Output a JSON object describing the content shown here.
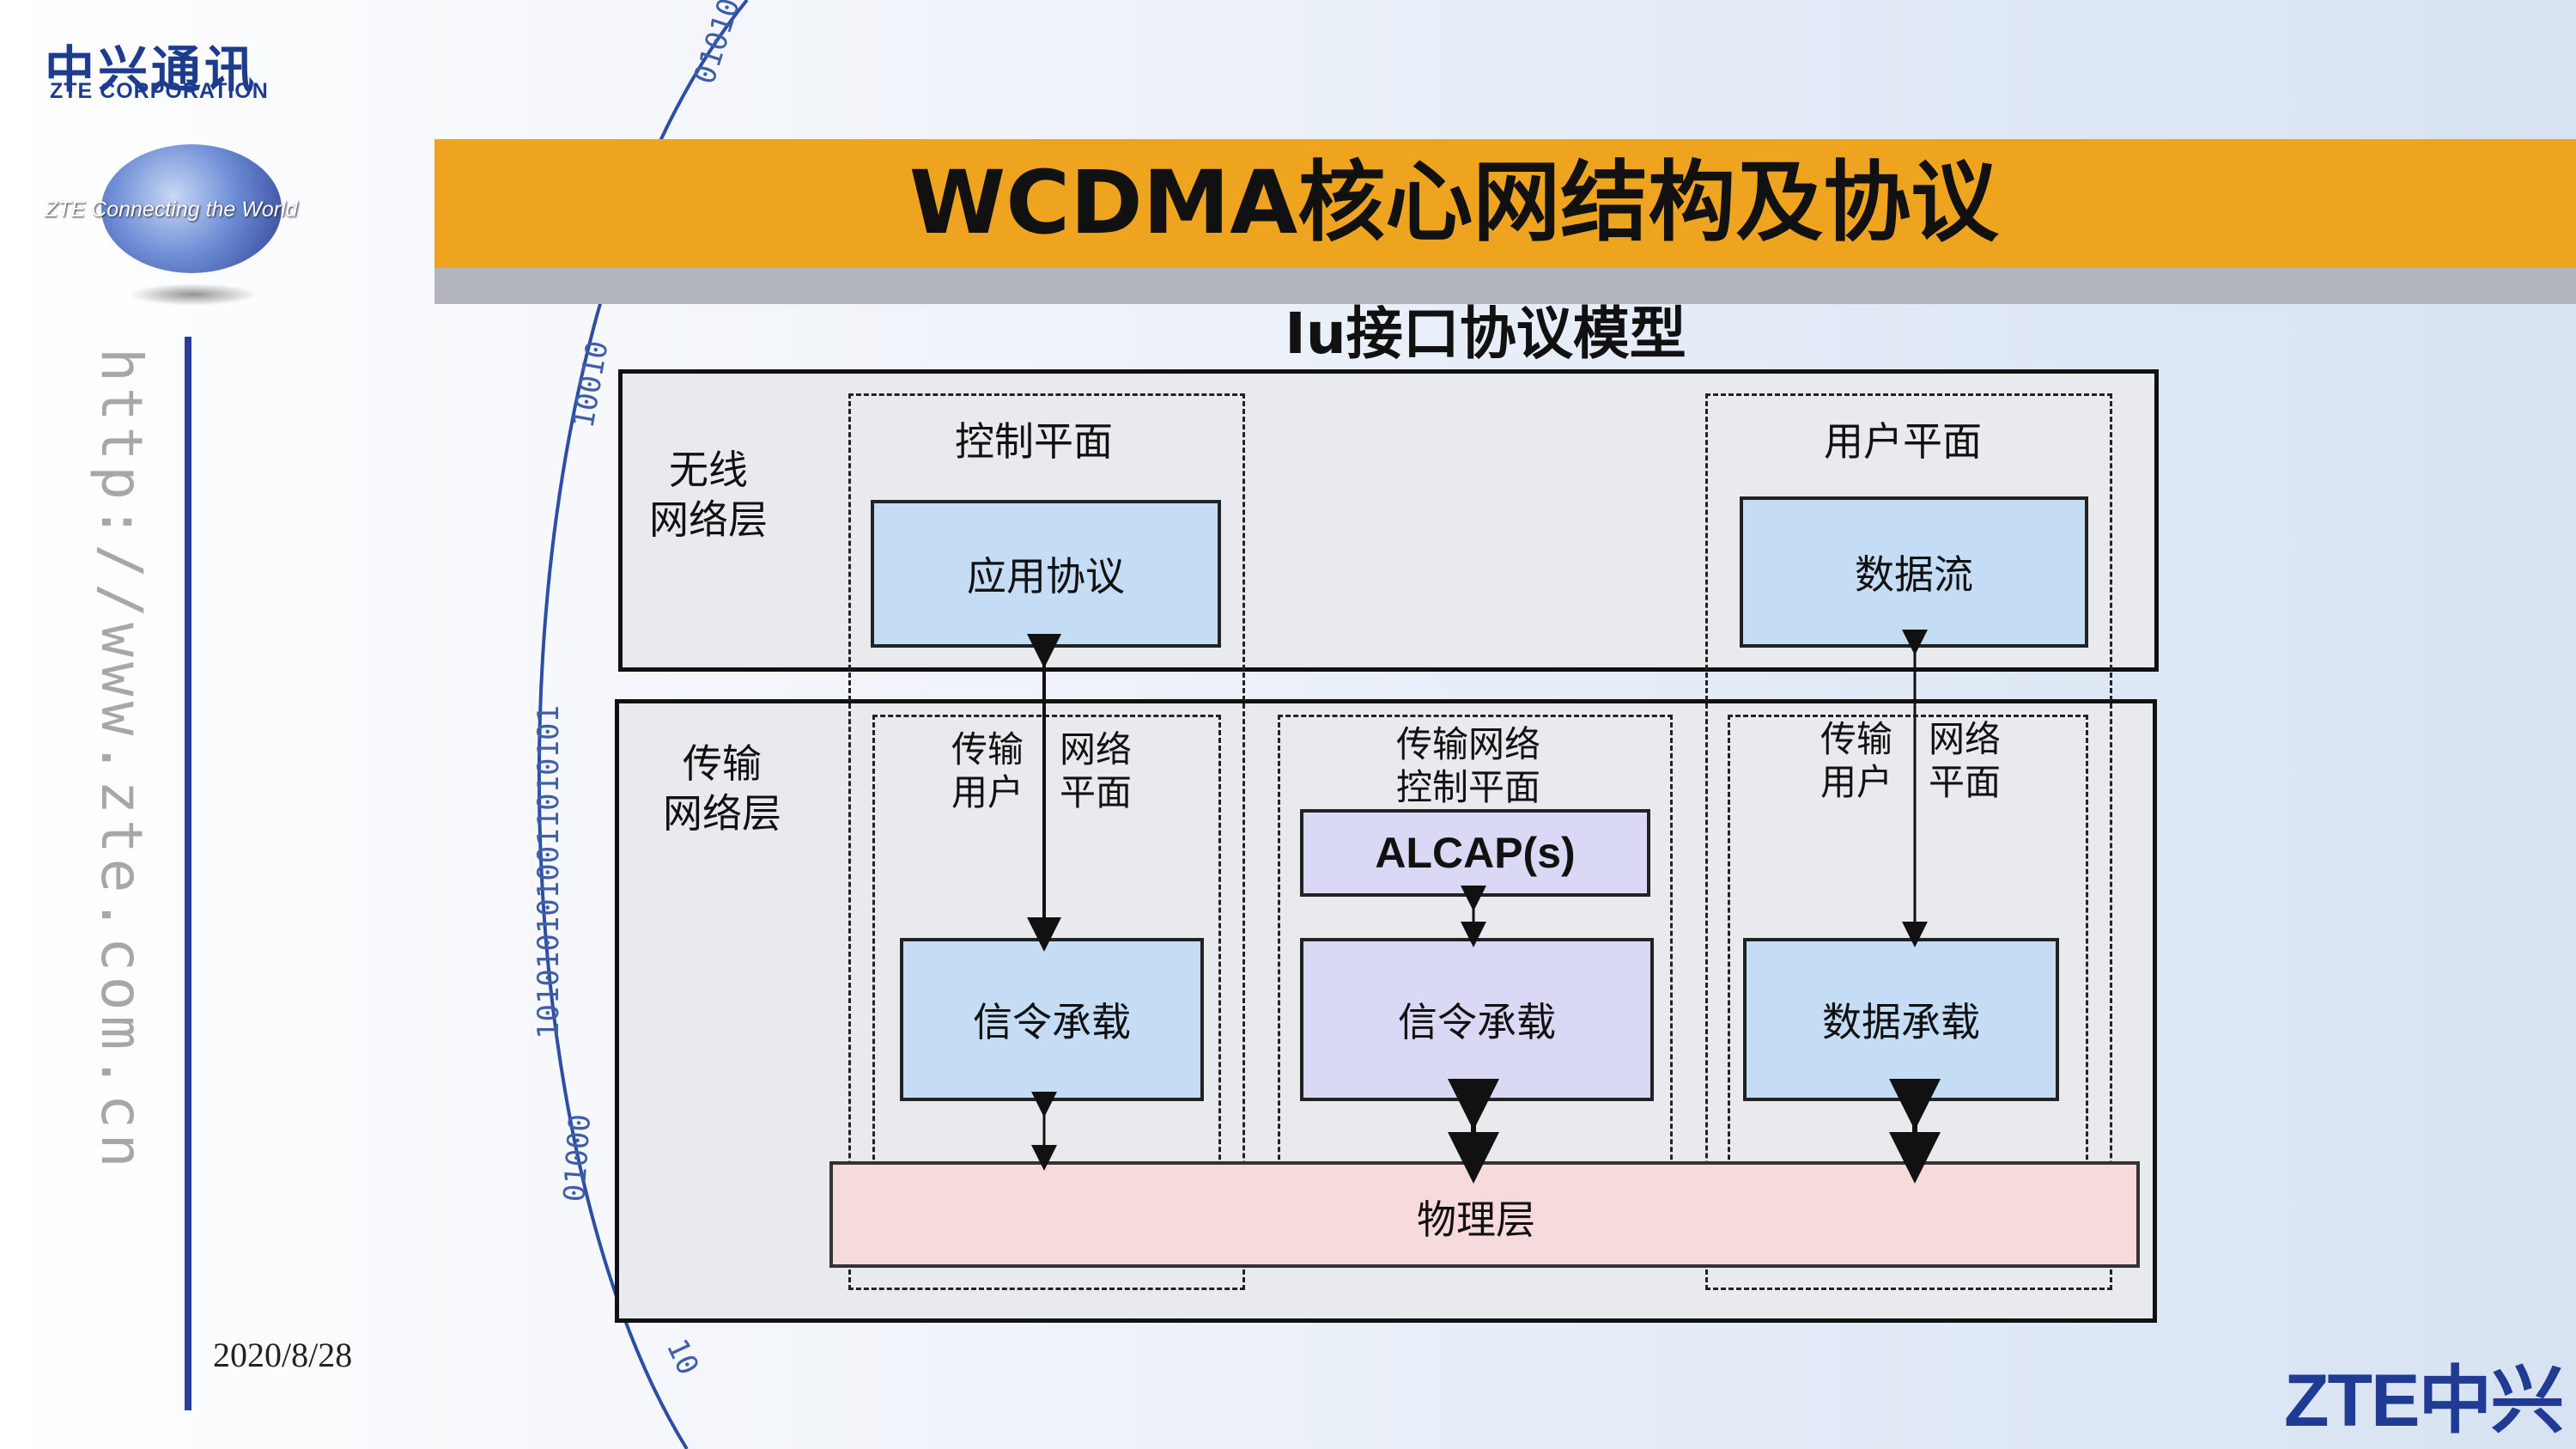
{
  "brand": {
    "logo_cn": "中兴通讯",
    "logo_en": "ZTE CORPORATION",
    "slogan": "ZTE Connecting the World",
    "url": "http://www.zte.com.cn",
    "footer_brand": "ZTE中兴",
    "accent_color": "#eea41e",
    "brand_color": "#1e3c8e"
  },
  "decor": {
    "binary_top": "01010",
    "binary_mid": "10010",
    "binary_long": "1010101010011010101",
    "binary_low": "01000",
    "binary_bottom": "100",
    "binary_end": "10"
  },
  "slide": {
    "title": "WCDMA核心网结构及协议",
    "subtitle": "Iu接口协议模型",
    "date": "2020/8/28"
  },
  "diagram": {
    "radio_layer": "无线\n网络层",
    "transport_layer": "传输\n网络层",
    "control_plane": "控制平面",
    "user_plane": "用户平面",
    "app_protocol": "应用协议",
    "data_stream": "数据流",
    "tn_user_plane_left_a": "传输\n用户",
    "tn_user_plane_left_b": "网络\n平面",
    "tn_control_plane": "传输网络\n控制平面",
    "tn_user_plane_right_a": "传输\n用户",
    "tn_user_plane_right_b": "网络\n平面",
    "alcap": "ALCAP(s)",
    "signalling_bearer_1": "信令承载",
    "signalling_bearer_2": "信令承载",
    "data_bearer": "数据承载",
    "physical_layer": "物理层"
  }
}
